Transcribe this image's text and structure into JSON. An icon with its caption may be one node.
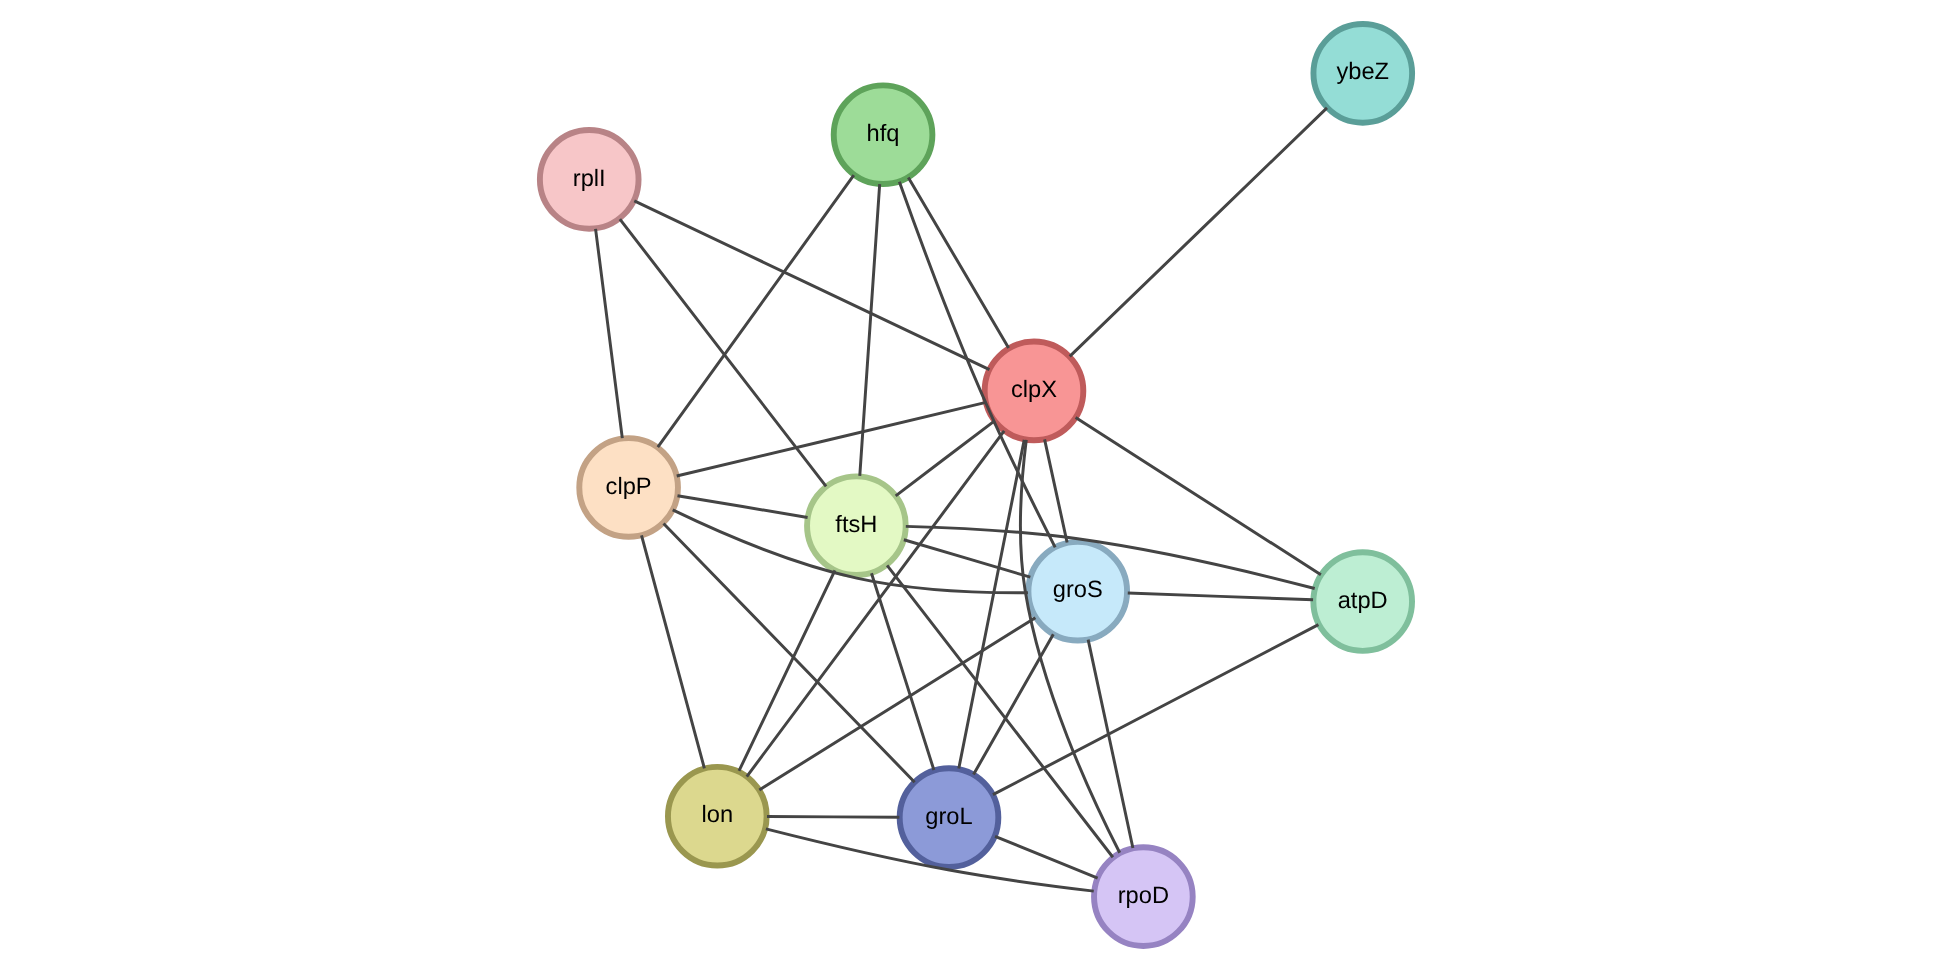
{
  "diagram": {
    "nodes": [
      {
        "text": [
          "rplI"
        ]
      },
      {
        "text": [
          "ybeZ"
        ]
      },
      {
        "text": [
          "clpP"
        ]
      },
      {
        "text": [
          "hfq"
        ]
      },
      {
        "text": [
          "clpX"
        ]
      },
      {
        "text": [
          "ftsH"
        ]
      },
      {
        "text": [
          "lon"
        ]
      },
      {
        "text": [
          "atpD"
        ]
      },
      {
        "text": [
          "groL"
        ]
      },
      {
        "text": [
          "groS"
        ]
      },
      {
        "text": [
          "rpoD"
        ]
      }
    ],
    "edges": [
      {
        "from": 0,
        "to": 4,
        "arrow": "none"
      },
      {
        "from": 0,
        "to": 2,
        "arrow": "none"
      },
      {
        "from": 0,
        "to": 5,
        "arrow": "none"
      },
      {
        "from": 1,
        "to": 4,
        "arrow": "none"
      },
      {
        "from": 2,
        "to": 3,
        "arrow": "none"
      },
      {
        "from": 2,
        "to": 4,
        "arrow": "none"
      },
      {
        "from": 2,
        "to": 5,
        "arrow": "none"
      },
      {
        "from": 2,
        "to": 6,
        "arrow": "none"
      },
      {
        "from": 2,
        "to": 8,
        "arrow": "none"
      },
      {
        "from": 2,
        "to": 9,
        "arrow": "none"
      },
      {
        "from": 3,
        "to": 4,
        "arrow": "none"
      },
      {
        "from": 3,
        "to": 5,
        "arrow": "none"
      },
      {
        "from": 3,
        "to": 9,
        "arrow": "none"
      },
      {
        "from": 4,
        "to": 5,
        "arrow": "none"
      },
      {
        "from": 4,
        "to": 6,
        "arrow": "none"
      },
      {
        "from": 4,
        "to": 7,
        "arrow": "none"
      },
      {
        "from": 4,
        "to": 8,
        "arrow": "none"
      },
      {
        "from": 4,
        "to": 9,
        "arrow": "none"
      },
      {
        "from": 4,
        "to": 10,
        "arrow": "none"
      },
      {
        "from": 5,
        "to": 6,
        "arrow": "none"
      },
      {
        "from": 5,
        "to": 7,
        "arrow": "none"
      },
      {
        "from": 5,
        "to": 8,
        "arrow": "none"
      },
      {
        "from": 5,
        "to": 9,
        "arrow": "none"
      },
      {
        "from": 5,
        "to": 10,
        "arrow": "none"
      },
      {
        "from": 6,
        "to": 8,
        "arrow": "none"
      },
      {
        "from": 6,
        "to": 9,
        "arrow": "none"
      },
      {
        "from": 6,
        "to": 10,
        "arrow": "none"
      },
      {
        "from": 7,
        "to": 8,
        "arrow": "none"
      },
      {
        "from": 7,
        "to": 9,
        "arrow": "none"
      },
      {
        "from": 8,
        "to": 9,
        "arrow": "none"
      },
      {
        "from": 8,
        "to": 10,
        "arrow": "none"
      },
      {
        "from": 9,
        "to": 10,
        "arrow": "none"
      }
    ]
  }
}
